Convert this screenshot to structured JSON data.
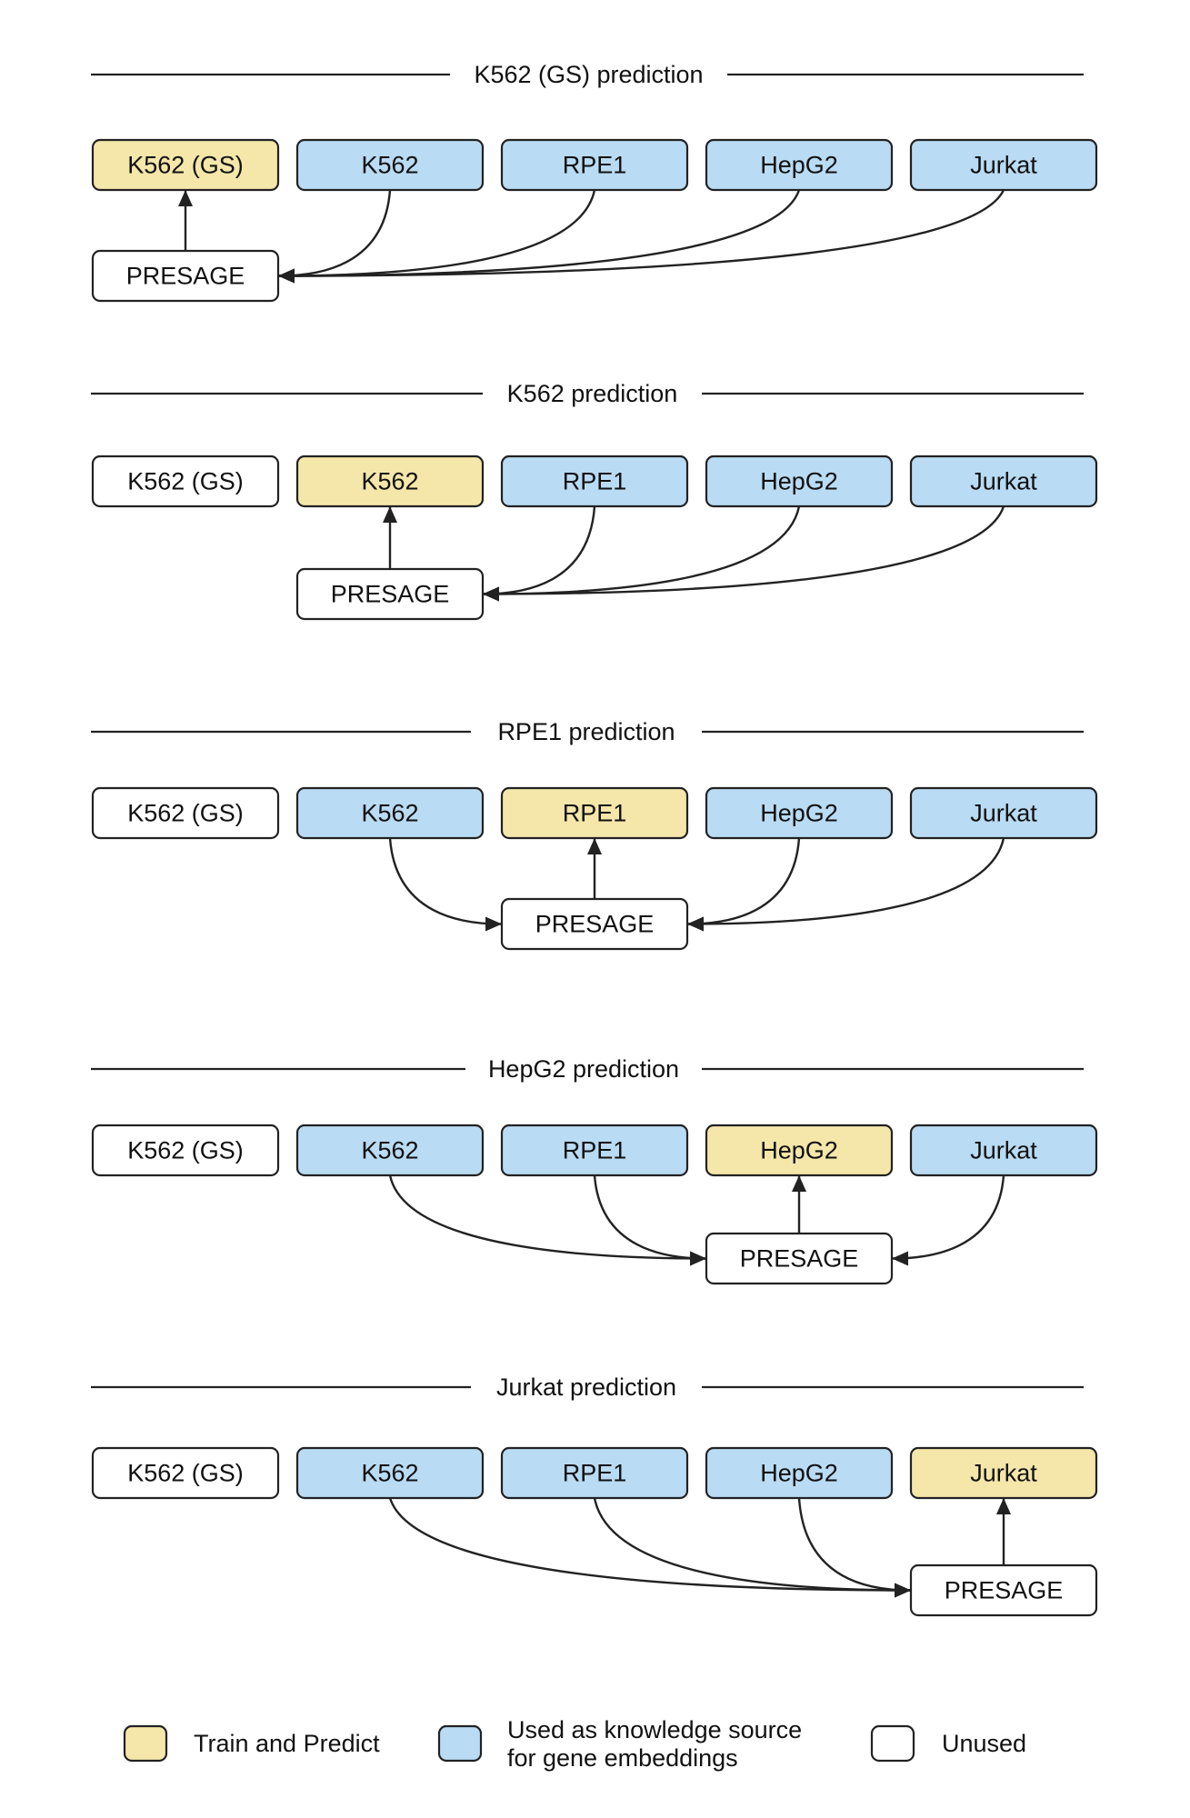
{
  "colors": {
    "train_predict": "#f5e6aa",
    "knowledge_source": "#b9dbf3",
    "unused": "#ffffff",
    "stroke": "#222222"
  },
  "cell_lines": [
    "K562 (GS)",
    "K562",
    "RPE1",
    "HepG2",
    "Jurkat"
  ],
  "model_label": "PRESAGE",
  "panels": [
    {
      "title": "K562 (GS) prediction",
      "roles": [
        "train",
        "source",
        "source",
        "source",
        "source"
      ]
    },
    {
      "title": "K562 prediction",
      "roles": [
        "unused",
        "train",
        "source",
        "source",
        "source"
      ]
    },
    {
      "title": "RPE1 prediction",
      "roles": [
        "unused",
        "source",
        "train",
        "source",
        "source"
      ]
    },
    {
      "title": "HepG2 prediction",
      "roles": [
        "unused",
        "source",
        "source",
        "train",
        "source"
      ]
    },
    {
      "title": "Jurkat prediction",
      "roles": [
        "unused",
        "source",
        "source",
        "source",
        "train"
      ]
    }
  ],
  "legend": {
    "train": "Train and Predict",
    "source_line1": "Used as knowledge source",
    "source_line2": "for gene embeddings",
    "unused": "Unused"
  }
}
